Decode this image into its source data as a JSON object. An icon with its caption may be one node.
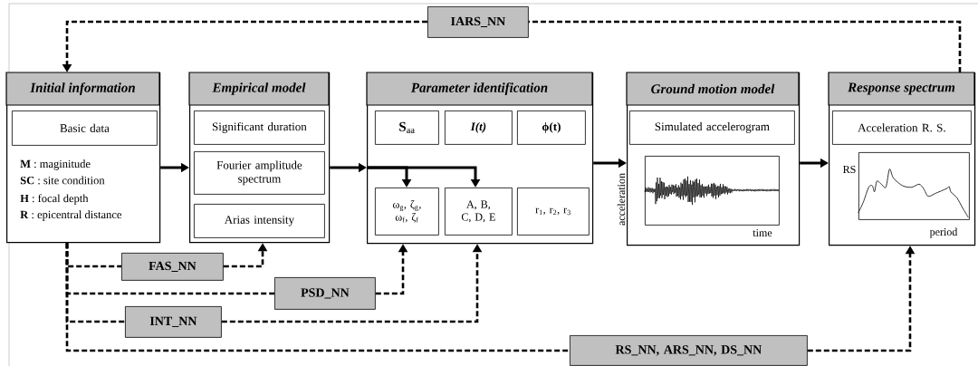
{
  "diagram": {
    "nodes": [
      {
        "text": [
          "Initial information",
          "**M** : maginitude",
          "**SC** : site condition",
          "**H** : focal depth",
          "**R** : epicentral distance"
        ]
      },
      {
        "text": [
          "Basic data"
        ],
        "in": 0
      },
      {
        "text": [
          "Empirical model"
        ]
      },
      {
        "text": [
          "Significant duration"
        ],
        "in": 2
      },
      {
        "text": [
          "Fourier amplitude spectrum"
        ],
        "in": 2
      },
      {
        "text": [
          "Arias intensity"
        ],
        "in": 2
      },
      {
        "text": [
          "Parameter identification"
        ]
      },
      {
        "text": [
          "**S**$_{aa}$"
        ],
        "in": 6
      },
      {
        "text": [
          "I(t)"
        ],
        "in": 6
      },
      {
        "text": [
          "ϕ(t)"
        ],
        "in": 6
      },
      {
        "text": [
          "ω$_{g}$, ζ$_{g}$, ω$_{f}$, ζ$_{f}$"
        ],
        "in": 6
      },
      {
        "text": [
          "A, B, C, D, E"
        ],
        "in": 6
      },
      {
        "text": [
          "r$_{1}$, r$_{2}$, r$_{3}$"
        ],
        "in": 6
      },
      {
        "text": [
          "Ground motion model"
        ]
      },
      {
        "text": [
          "Simulated accelerogram"
        ],
        "in": 13
      },
      {
        "text": [],
        "shape": "picture",
        "in": 13,
        "beside": [
          "acceleration",
          "time"
        ]
      },
      {
        "text": [
          "Response spectrum"
        ]
      },
      {
        "text": [
          "Acceleration R. S."
        ],
        "in": 16
      },
      {
        "text": [],
        "shape": "picture",
        "in": 16,
        "beside": [
          "RS",
          "period"
        ]
      },
      {
        "text": [
          "IARS_NN"
        ]
      },
      {
        "text": [
          "FAS_NN"
        ]
      },
      {
        "text": [
          "PSD_NN"
        ]
      },
      {
        "text": [
          "INT_NN"
        ]
      },
      {
        "text": [
          "RS_NN, ARS_NN, DS_NN"
        ]
      }
    ],
    "edges": [
      {
        "from": 0,
        "to": 2,
        "arrow": "to"
      },
      {
        "from": 2,
        "to": 6,
        "arrow": "to"
      },
      {
        "from": 6,
        "to": 10,
        "arrow": "to"
      },
      {
        "from": 6,
        "to": 11,
        "arrow": "to"
      },
      {
        "from": 6,
        "to": 13,
        "arrow": "to"
      },
      {
        "from": 13,
        "to": 16,
        "arrow": "to"
      },
      {
        "from": 0,
        "to": 20,
        "arrow": "none",
        "style": "dashed"
      },
      {
        "from": 20,
        "to": 2,
        "arrow": "to",
        "style": "dashed"
      },
      {
        "from": 0,
        "to": 21,
        "arrow": "none",
        "style": "dashed"
      },
      {
        "from": 21,
        "to": 6,
        "arrow": "to",
        "style": "dashed"
      },
      {
        "from": 0,
        "to": 22,
        "arrow": "none",
        "style": "dashed"
      },
      {
        "from": 22,
        "to": 6,
        "arrow": "to",
        "style": "dashed"
      },
      {
        "from": 0,
        "to": 23,
        "arrow": "none",
        "style": "dashed"
      },
      {
        "from": 23,
        "to": 16,
        "arrow": "to",
        "style": "dashed"
      },
      {
        "from": 16,
        "to": 19,
        "arrow": "none",
        "style": "dashed"
      },
      {
        "from": 19,
        "to": 0,
        "arrow": "to",
        "style": "dashed"
      }
    ]
  }
}
